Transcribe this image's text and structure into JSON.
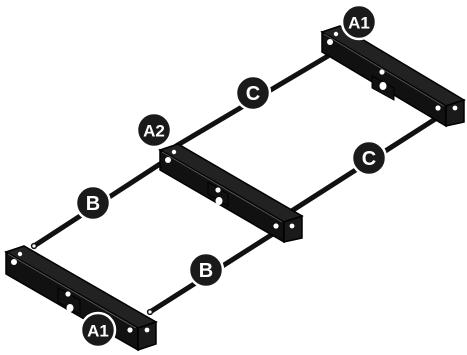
{
  "labels": {
    "a1_top": "A1",
    "a2_mid": "A2",
    "a1_bottom": "A1",
    "c_upper": "C",
    "c_lower": "C",
    "b_upper": "B",
    "b_lower": "B"
  },
  "colors": {
    "ink": "#111111",
    "paper": "#ffffff",
    "label_fill": "#1a1a1a"
  }
}
